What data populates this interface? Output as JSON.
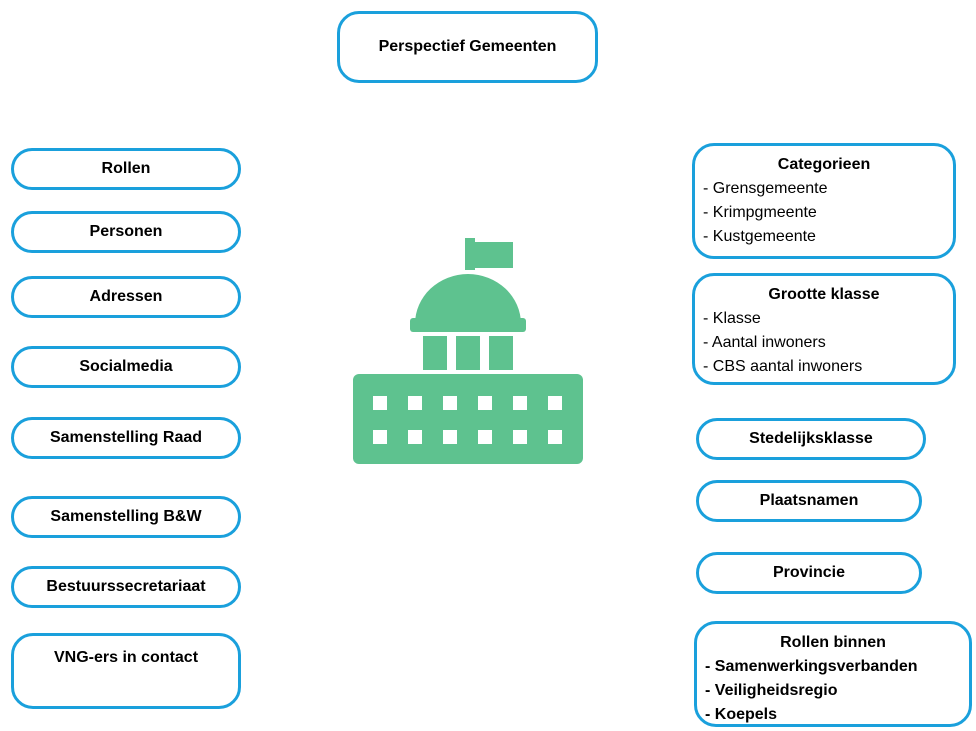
{
  "title": "Perspectief Gemeenten",
  "left_boxes": [
    "Rollen",
    "Personen",
    "Adressen",
    "Socialmedia",
    "Samenstelling Raad",
    "Samenstelling B&W",
    "Bestuurssecretariaat",
    "VNG-ers in contact"
  ],
  "right_boxes": {
    "categorieen": {
      "title": "Categorieen",
      "items": [
        "- Grensgemeente",
        "- Krimpgmeente",
        "- Kustgemeente"
      ]
    },
    "grootte": {
      "title": "Grootte klasse",
      "items": [
        "- Klasse",
        "- Aantal inwoners",
        "- CBS aantal inwoners"
      ]
    },
    "stedelijk": "Stedelijksklasse",
    "plaatsnamen": "Plaatsnamen",
    "provincie": "Provincie",
    "rollen_binnen": {
      "title": "Rollen binnen",
      "items": [
        "- Samenwerkingsverbanden",
        "- Veiligheidsregio",
        "- Koepels"
      ]
    }
  },
  "colors": {
    "border": "#1aa0dc",
    "icon": "#5ec28f"
  },
  "icon": "town-hall-icon"
}
